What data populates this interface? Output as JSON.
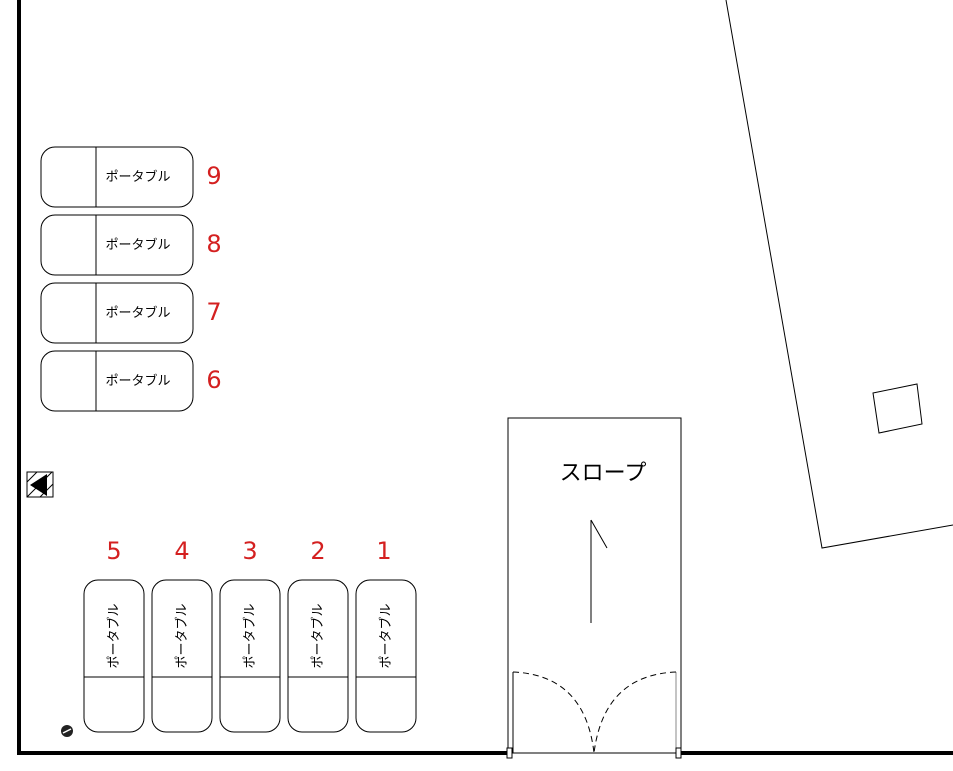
{
  "colors": {
    "number": "#d42020",
    "line": "#000000"
  },
  "slope": {
    "label": "スロープ"
  },
  "tables_row": [
    {
      "number": "9",
      "label": "ポータブル"
    },
    {
      "number": "8",
      "label": "ポータブル"
    },
    {
      "number": "7",
      "label": "ポータブル"
    },
    {
      "number": "6",
      "label": "ポータブル"
    }
  ],
  "tables_col": [
    {
      "number": "5",
      "label": "ポータブル"
    },
    {
      "number": "4",
      "label": "ポータブル"
    },
    {
      "number": "3",
      "label": "ポータブル"
    },
    {
      "number": "2",
      "label": "ポータブル"
    },
    {
      "number": "1",
      "label": "ポータブル"
    }
  ],
  "icons": {
    "direction": "direction-arrow-icon",
    "outlet": "outlet-icon"
  }
}
